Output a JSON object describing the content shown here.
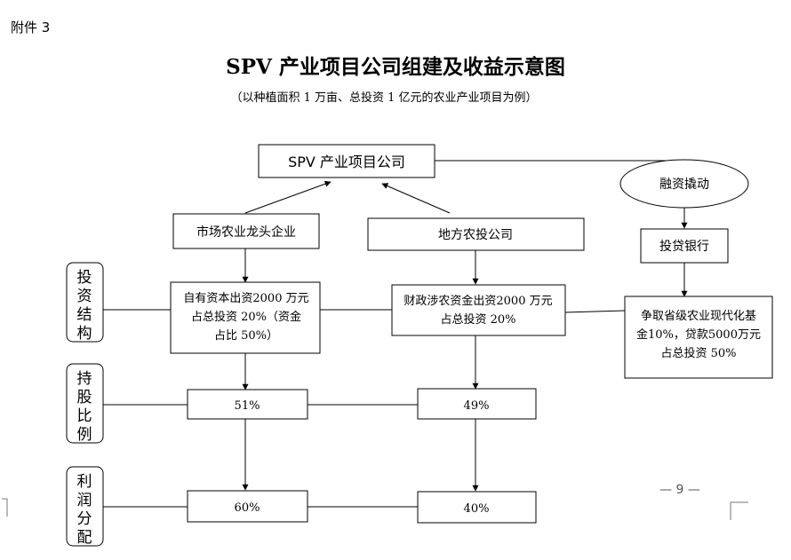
{
  "attachment_label": "附件 3",
  "title": "SPV 产业项目公司组建及收益示意图",
  "subtitle": "（以种植面积 1 万亩、总投资 1 亿元的农业产业项目为例）",
  "nodes": {
    "spv": "SPV 产业项目公司",
    "leader": "市场农业龙头企业",
    "local": "地方农投公司",
    "finance": "融资撬动",
    "bank": "投贷银行",
    "leader_invest": [
      "自有资本出资2000 万元",
      "占总投资 20%（资金",
      "占比 50%）"
    ],
    "local_invest": [
      "财政涉农资金出资2000 万元",
      "占总投资 20%"
    ],
    "bank_invest": [
      "争取省级农业现代化基",
      "金10%，贷款5000万元",
      "占总投资 50%"
    ],
    "leader_share": "51%",
    "local_share": "49%",
    "leader_profit": "60%",
    "local_profit": "40%"
  },
  "side_labels": {
    "invest": [
      "投",
      "资",
      "结",
      "构"
    ],
    "share": [
      "持",
      "股",
      "比",
      "例"
    ],
    "profit": [
      "利",
      "润",
      "分",
      "配"
    ]
  },
  "page_number": "— 9 —"
}
